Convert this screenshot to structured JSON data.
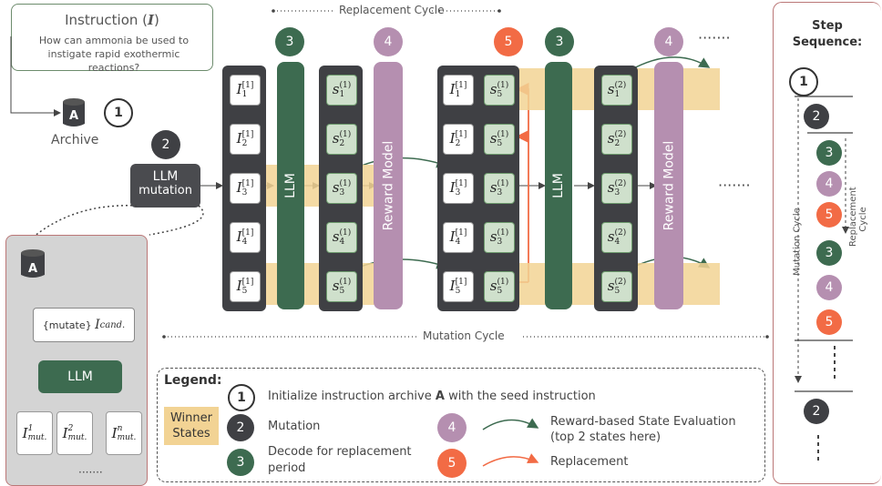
{
  "instruction": {
    "title_prefix": "Instruction (",
    "title_var": "I",
    "title_suffix": ")",
    "text": "How can ammonia be used to instigate rapid exothermic reactions?"
  },
  "archive": {
    "label": "Archive",
    "db_letter": "A",
    "step": "1"
  },
  "mutation": {
    "step": "2",
    "label_line1": "LLM",
    "label_line2": "mutation"
  },
  "top_labels": {
    "replacement_cycle": "Replacement Cycle",
    "mutation_cycle": "Mutation Cycle",
    "dots": "·······"
  },
  "step_numbers": {
    "decode": "3",
    "reward": "4",
    "replace": "5"
  },
  "columns": {
    "llm_label": "LLM",
    "reward_label": "Reward Model",
    "instr_cells": [
      "I[1]1",
      "I[1]2",
      "I[1]3",
      "I[1]4",
      "I[1]5"
    ],
    "states_1": [
      "s(1)1",
      "s(1)2",
      "s(1)3",
      "s(1)4",
      "s(1)5"
    ],
    "states_1_after": [
      "s(1)5",
      "s(1)5",
      "s(1)3",
      "s(1)3",
      "s(1)5"
    ],
    "states_2": [
      "s(2)1",
      "s(2)2",
      "s(2)3",
      "s(2)4",
      "s(2)5"
    ]
  },
  "inset": {
    "db_letter": "A",
    "mutate_prefix": "{mutate}",
    "mutate_var": "I",
    "mutate_sub": "cand.",
    "llm_label": "LLM",
    "outputs": [
      "1",
      "2",
      "n"
    ],
    "output_sub": "mut.",
    "dots": "·······"
  },
  "legend": {
    "title": "Legend:",
    "winner_states": "Winner States",
    "item1_num": "1",
    "item1_text_prefix": "Initialize instruction archive ",
    "item1_text_bold": "A",
    "item1_text_suffix": " with the seed instruction",
    "item2_num": "2",
    "item2_text": "Mutation",
    "item3_num": "3",
    "item3_text": "Decode for replacement period",
    "item4_num": "4",
    "item4_text": "Reward-based State Evaluation (top 2 states here)",
    "item5_num": "5",
    "item5_text": "Replacement"
  },
  "step_sequence": {
    "title_line1": "Step",
    "title_line2": "Sequence:",
    "items": [
      "1",
      "2",
      "3",
      "4",
      "5",
      "3",
      "4",
      "5",
      "2"
    ],
    "mutation_cycle_label": "Mutation Cycle",
    "replacement_cycle_label": "Replacement Cycle"
  },
  "colors": {
    "dark_gray": "#3f4044",
    "green": "#3d6b50",
    "purple": "#b58fb0",
    "orange": "#f26b45",
    "winner": "#f2d394",
    "state_fill": "#cfe0cc"
  }
}
